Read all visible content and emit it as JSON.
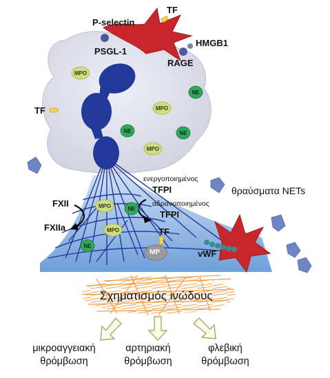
{
  "labels": {
    "p_selectin": "P-selectin",
    "tf_top": "TF",
    "psgl1": "PSGL-1",
    "hmgb1": "HMGB1",
    "rage": "RAGE",
    "tf_left": "TF",
    "tf_mp": "TF",
    "mp": "MP",
    "vwf": "vWF",
    "fxii": "FXII",
    "fxiia": "FXIIa",
    "tfpi_active_desc": "ενεργοποιημένος",
    "tfpi_active": "TFPI",
    "tfpi_inactive_desc": "αδρανοποιημένος",
    "tfpi_inactive": "TFPI",
    "net_fragments": "θραύσματα NETs",
    "fibrin_formation": "Σχηματισμός ινώδους"
  },
  "granules": [
    "MPO",
    "NE",
    "MPO",
    "NE",
    "NE",
    "MPO",
    "MPO",
    "NE",
    "MPO",
    "NE"
  ],
  "outcomes": [
    {
      "line1": "μικροαγγειακή",
      "line2": "θρόμβωση"
    },
    {
      "line1": "αρτηριακή",
      "line2": "θρόμβωση"
    },
    {
      "line1": "φλεβική",
      "line2": "θρόμβωση"
    }
  ],
  "colors": {
    "cell_body": "#e1e2ec",
    "nucleus": "#22399a",
    "platelet": "#c8262b",
    "mpo": "#cfe07a",
    "ne": "#2fa75c",
    "fibrin": "#f5a24b",
    "vessel": "#9ec2ea",
    "fragment": "#7086c4"
  }
}
